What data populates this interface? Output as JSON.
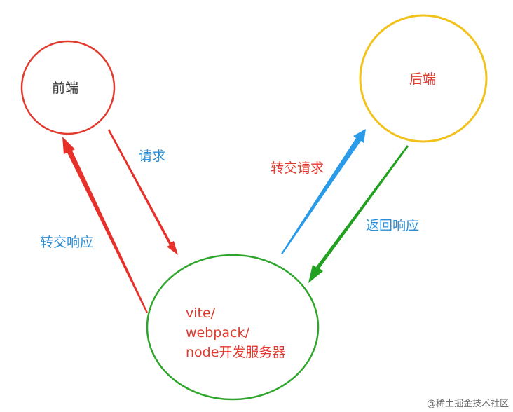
{
  "nodes": {
    "frontend": {
      "label": "前端",
      "color": "#e03a2f",
      "text_color": "#333333"
    },
    "backend": {
      "label": "后端",
      "color": "#f2c21b",
      "text_color": "#e03a2f"
    },
    "server": {
      "lines": [
        "vite/",
        "webpack/",
        "node开发服务器"
      ],
      "color": "#2ea52b",
      "text_color": "#e03a2f"
    }
  },
  "edges": {
    "request": {
      "label": "请求",
      "color": "#e8302a",
      "label_color": "#2a8fd6"
    },
    "forward_request": {
      "label": "转交请求",
      "color": "#2a9be8",
      "label_color": "#e03a2f"
    },
    "return_response": {
      "label": "返回响应",
      "color": "#22a020",
      "label_color": "#2a8fd6"
    },
    "forward_response": {
      "label": "转交响应",
      "color": "#e8302a",
      "label_color": "#2a8fd6"
    }
  },
  "watermark": "@稀土掘金技术社区"
}
